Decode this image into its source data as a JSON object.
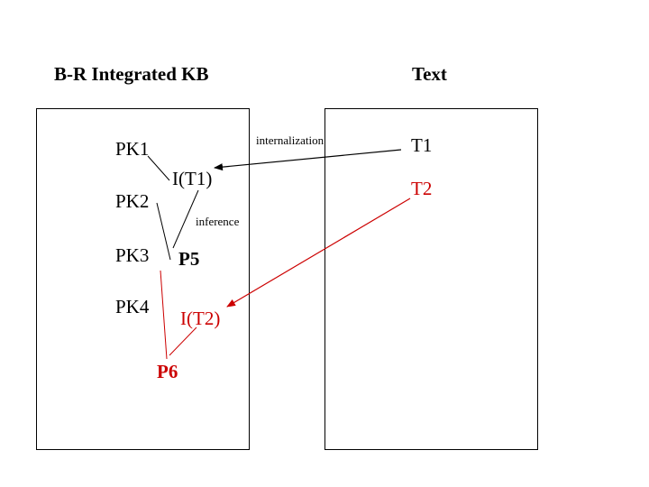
{
  "headers": {
    "kb": "B-R Integrated KB",
    "text": "Text"
  },
  "kb_items": [
    "PK1",
    "PK2",
    "PK3",
    "PK4"
  ],
  "derived": {
    "it1": "I(T1)",
    "p5": "P5",
    "it2": "I(T2)",
    "p6": "P6"
  },
  "text_items": {
    "t1": "T1",
    "t2": "T2"
  },
  "edge_labels": {
    "internalization": "internalization",
    "inference": "inference"
  },
  "colors": {
    "black": "#000000",
    "red": "#cc0000"
  }
}
